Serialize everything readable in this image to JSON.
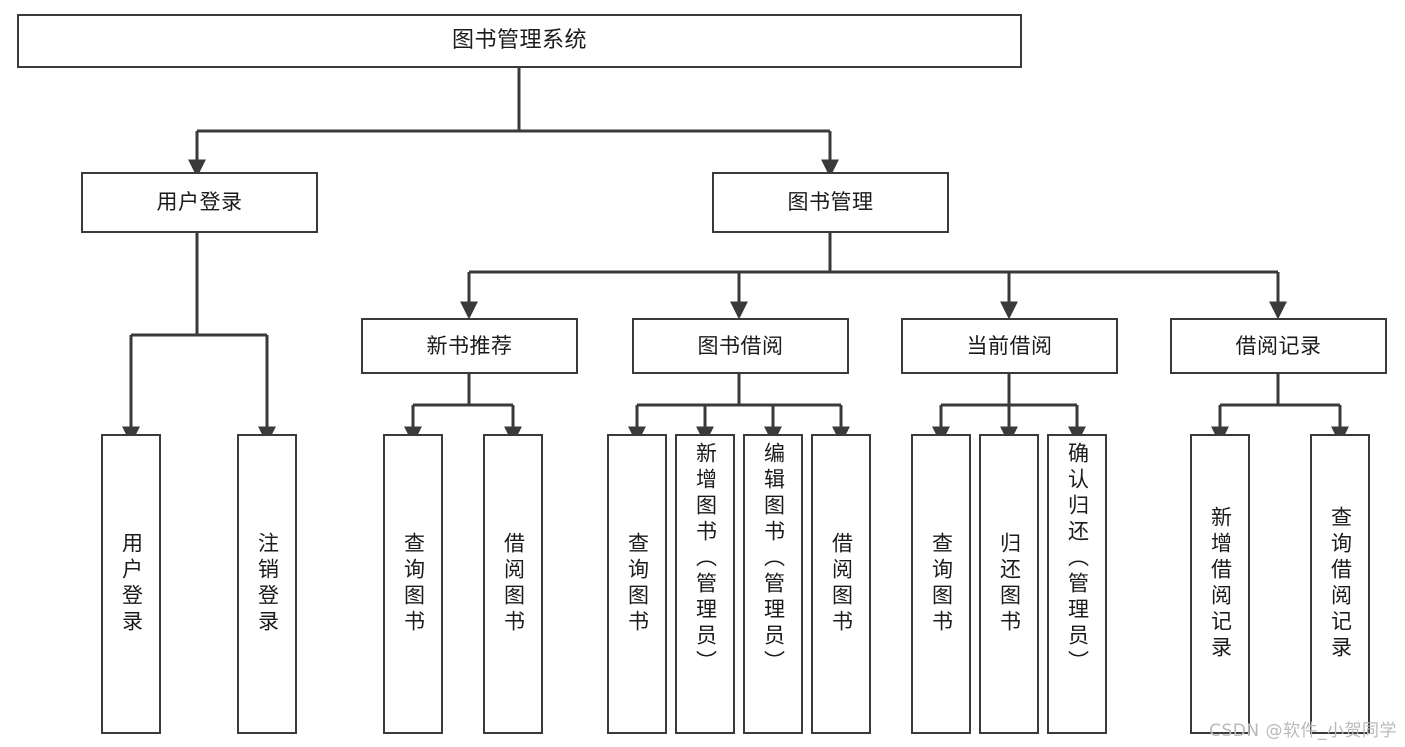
{
  "diagram": {
    "title": "图书管理系统",
    "background": "#ffffff",
    "line_color": "#3a3a3a",
    "text_color": "#1b1b1b",
    "watermark": "CSDN @软件_小贺同学",
    "nodes": {
      "root": {
        "label": "图书管理系统"
      },
      "level2": [
        {
          "id": "user-login",
          "label": "用户登录"
        },
        {
          "id": "book-manage",
          "label": "图书管理"
        }
      ],
      "level3": [
        {
          "id": "new-book-recommend",
          "label": "新书推荐"
        },
        {
          "id": "book-borrow",
          "label": "图书借阅"
        },
        {
          "id": "current-borrow",
          "label": "当前借阅"
        },
        {
          "id": "borrow-record",
          "label": "借阅记录"
        }
      ],
      "leaves": [
        {
          "id": "leaf-user-login",
          "label": "用户登录",
          "parent": "user-login"
        },
        {
          "id": "leaf-logout-login",
          "label": "注销登录",
          "parent": "user-login"
        },
        {
          "id": "leaf-query-book-1",
          "label": "查询图书",
          "parent": "new-book-recommend"
        },
        {
          "id": "leaf-borrow-book-1",
          "label": "借阅图书",
          "parent": "new-book-recommend"
        },
        {
          "id": "leaf-query-book-2",
          "label": "查询图书",
          "parent": "book-borrow"
        },
        {
          "id": "leaf-add-book-admin",
          "label": "新增图书（管理员）",
          "parent": "book-borrow"
        },
        {
          "id": "leaf-edit-book-admin",
          "label": "编辑图书（管理员）",
          "parent": "book-borrow"
        },
        {
          "id": "leaf-borrow-book-2",
          "label": "借阅图书",
          "parent": "book-borrow"
        },
        {
          "id": "leaf-query-book-3",
          "label": "查询图书",
          "parent": "current-borrow"
        },
        {
          "id": "leaf-return-book",
          "label": "归还图书",
          "parent": "current-borrow"
        },
        {
          "id": "leaf-confirm-return-admin",
          "label": "确认归还（管理员）",
          "parent": "current-borrow"
        },
        {
          "id": "leaf-add-borrow-record",
          "label": "新增借阅记录",
          "parent": "borrow-record"
        },
        {
          "id": "leaf-query-borrow-record",
          "label": "查询借阅记录",
          "parent": "borrow-record"
        }
      ]
    }
  }
}
